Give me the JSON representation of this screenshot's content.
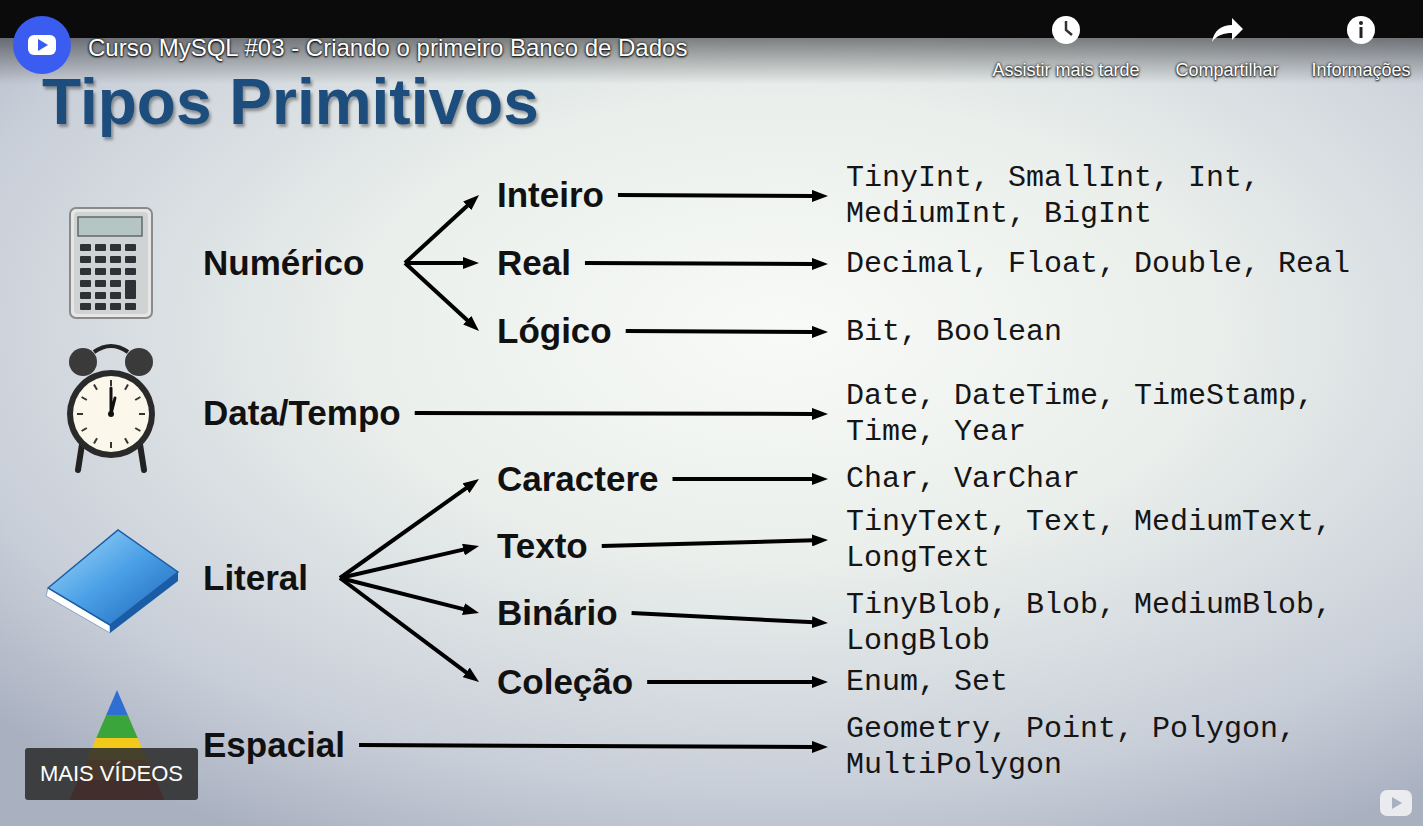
{
  "diagram": {
    "title": "Tipos Primitivos",
    "nodes": [
      {
        "text": [
          "Numérico"
        ]
      },
      {
        "text": [
          "Inteiro"
        ]
      },
      {
        "text": [
          "TinyInt, SmallInt, Int, MediumInt, BigInt"
        ]
      },
      {
        "text": [
          "Real"
        ]
      },
      {
        "text": [
          "Decimal, Float, Double, Real"
        ]
      },
      {
        "text": [
          "Lógico"
        ]
      },
      {
        "text": [
          "Bit, Boolean"
        ]
      },
      {
        "text": [
          "Data/Tempo"
        ]
      },
      {
        "text": [
          "Date, DateTime, TimeStamp, Time, Year"
        ]
      },
      {
        "text": [
          "Literal"
        ]
      },
      {
        "text": [
          "Caractere"
        ]
      },
      {
        "text": [
          "Char, VarChar"
        ]
      },
      {
        "text": [
          "Texto"
        ]
      },
      {
        "text": [
          "TinyText, Text, MediumText, LongText"
        ]
      },
      {
        "text": [
          "Binário"
        ]
      },
      {
        "text": [
          "TinyBlob, Blob, MediumBlob, LongBlob"
        ]
      },
      {
        "text": [
          "Coleção"
        ]
      },
      {
        "text": [
          "Enum, Set"
        ]
      },
      {
        "text": [
          "Espacial"
        ]
      },
      {
        "text": [
          "Geometry, Point, Polygon, MultiPolygon"
        ]
      },
      {
        "text": [
          "MAIS VÍDEOS"
        ]
      }
    ],
    "edges": [
      {
        "from": 0,
        "to": 1,
        "arrow": "to"
      },
      {
        "from": 0,
        "to": 3,
        "arrow": "to"
      },
      {
        "from": 0,
        "to": 5,
        "arrow": "to"
      },
      {
        "from": 1,
        "to": 2,
        "arrow": "to"
      },
      {
        "from": 3,
        "to": 4,
        "arrow": "to"
      },
      {
        "from": 5,
        "to": 6,
        "arrow": "to"
      },
      {
        "from": 7,
        "to": 8,
        "arrow": "to"
      },
      {
        "from": 9,
        "to": 10,
        "arrow": "to"
      },
      {
        "from": 9,
        "to": 12,
        "arrow": "to"
      },
      {
        "from": 9,
        "to": 14,
        "arrow": "to"
      },
      {
        "from": 9,
        "to": 16,
        "arrow": "to"
      },
      {
        "from": 10,
        "to": 11,
        "arrow": "to"
      },
      {
        "from": 12,
        "to": 13,
        "arrow": "to"
      },
      {
        "from": 14,
        "to": 15,
        "arrow": "to"
      },
      {
        "from": 16,
        "to": 17,
        "arrow": "to"
      },
      {
        "from": 18,
        "to": 19,
        "arrow": "to"
      }
    ],
    "labels": [
      "Curso MySQL #03 - Criando o primeiro Banco de Dados",
      "Assistir mais tarde",
      "Compartilhar",
      "Informações"
    ]
  }
}
